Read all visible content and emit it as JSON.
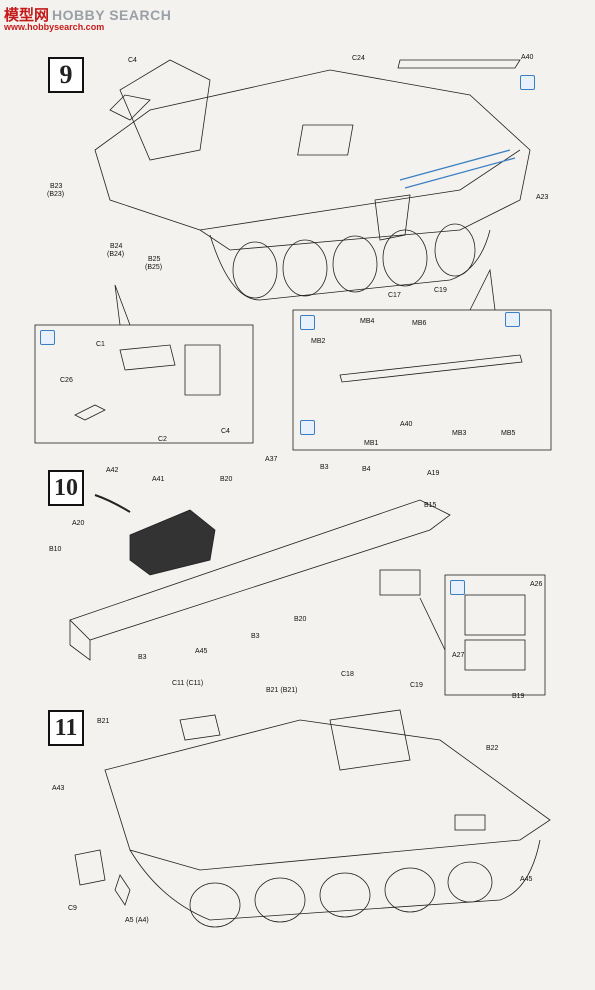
{
  "watermark": {
    "cn": "模型网",
    "en": "HOBBY SEARCH",
    "url": "www.hobbysearch.com"
  },
  "colors": {
    "line": "#222222",
    "blue": "#3a7fc4",
    "watermark_red": "#c51a1a"
  },
  "steps": [
    {
      "number": "9",
      "labels": {
        "c4": "C4",
        "c24": "C24",
        "a40": "A40",
        "b23": "B23",
        "b23p": "(B23)",
        "b24": "B24",
        "b24p": "(B24)",
        "b25": "B25",
        "b25p": "(B25)",
        "c17": "C17",
        "c19": "C19",
        "a23": "A23"
      },
      "inset_left": {
        "c1": "C1",
        "c26": "C26",
        "c2": "C2",
        "c4": "C4"
      },
      "inset_right": {
        "mb4": "MB4",
        "mb6": "MB6",
        "mb2": "MB2",
        "a40": "A40",
        "mb3": "MB3",
        "mb5": "MB5",
        "mb1": "MB1"
      }
    },
    {
      "number": "10",
      "labels": {
        "a42": "A42",
        "a41": "A41",
        "b20": "B20",
        "a37": "A37",
        "b3a": "B3",
        "b4": "B4",
        "a19": "A19",
        "b15": "B15",
        "a20": "A20",
        "b10": "B10",
        "b20b": "B20",
        "b3b": "B3",
        "a45": "A45",
        "b3c": "B3"
      },
      "inset": {
        "a26": "A26",
        "a27": "A27",
        "b19": "B19"
      }
    },
    {
      "number": "11",
      "labels": {
        "c11": "C11 (C11)",
        "b21a": "B21",
        "b21b": "B21 (B21)",
        "c18": "C18",
        "c19": "C19",
        "b22": "B22",
        "a43": "A43",
        "c9": "C9",
        "a5": "A5 (A4)",
        "a45": "A45"
      }
    }
  ]
}
